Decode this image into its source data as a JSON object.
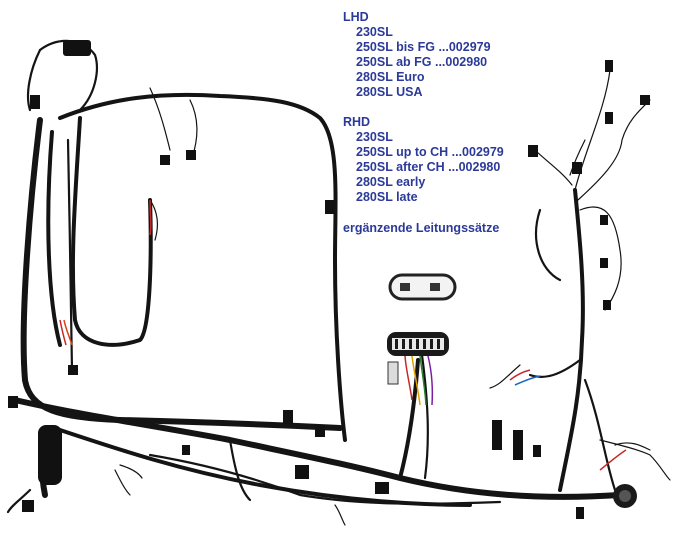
{
  "legend": {
    "lhd": {
      "title": "LHD",
      "items": [
        "230SL",
        "250SL bis FG ...002979",
        "250SL ab FG ...002980",
        "280SL Euro",
        "280SL USA"
      ]
    },
    "rhd": {
      "title": "RHD",
      "items": [
        "230SL",
        "250SL up to CH ...002979",
        "250SL after CH ...002980",
        "280SL early",
        "280SL late"
      ]
    },
    "note": "ergänzende Leitungssätze"
  },
  "colors": {
    "legend_text": "#2b3a99",
    "wire": "#141414",
    "background": "#ffffff"
  }
}
